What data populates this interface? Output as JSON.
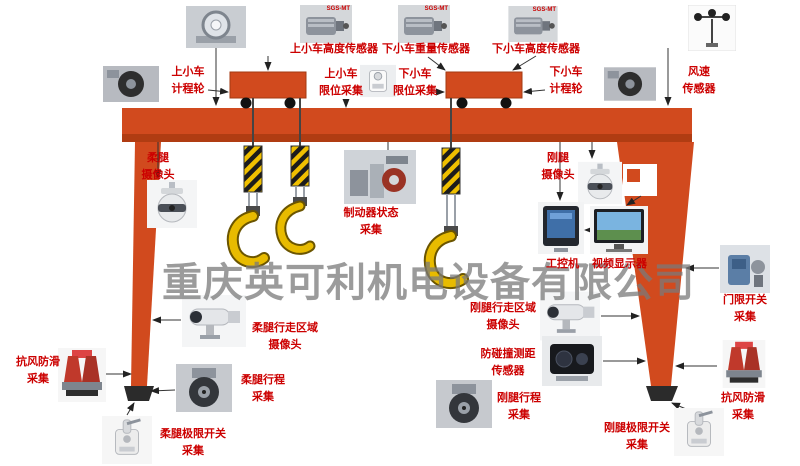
{
  "watermark": {
    "text": "重庆英可利机电设备有限公司"
  },
  "colors": {
    "crane_orange": "#d14a1e",
    "crane_shadow": "#b03c12",
    "label_red": "#cc0000",
    "watermark_gray": "#7a7a7a",
    "hook_yellow": "#e8bb00"
  },
  "labels": {
    "upper_trolley_height_sensor": "上小车高度传感器",
    "lower_trolley_weight_sensor": "下小车重量传感器",
    "lower_trolley_height_sensor": "下小车高度传感器",
    "upper_trolley_odometer": "上小车\n计程轮",
    "upper_trolley_limit": "上小车\n限位采集",
    "lower_trolley_limit": "下小车\n限位采集",
    "lower_trolley_odometer": "下小车\n计程轮",
    "wind_speed_sensor": "风速\n传感器",
    "flexible_leg_camera": "柔腿\n摄像头",
    "brake_status": "制动器状态\n采集",
    "rigid_leg_camera": "刚腿\n摄像头",
    "industrial_pc": "工控机",
    "video_display": "视频显示器",
    "door_limit_switch": "门限开关\n采集",
    "flexible_leg_area_camera": "柔腿行走区域\n摄像头",
    "rigid_leg_area_camera": "刚腿行走区域\n摄像头",
    "anti_collision_sensor": "防碰撞测距\n传感器",
    "wind_antislip_left": "抗风防滑\n采集",
    "flexible_leg_travel": "柔腿行程\n采集",
    "rigid_leg_travel": "刚腿行程\n采集",
    "flexible_leg_limit_switch": "柔腿极限开关\n采集",
    "rigid_leg_limit_switch": "刚腿极限开关\n采集",
    "wind_antislip_right": "抗风防滑\n采集"
  },
  "equipment": {
    "motor_brand": "SGS-MT"
  }
}
